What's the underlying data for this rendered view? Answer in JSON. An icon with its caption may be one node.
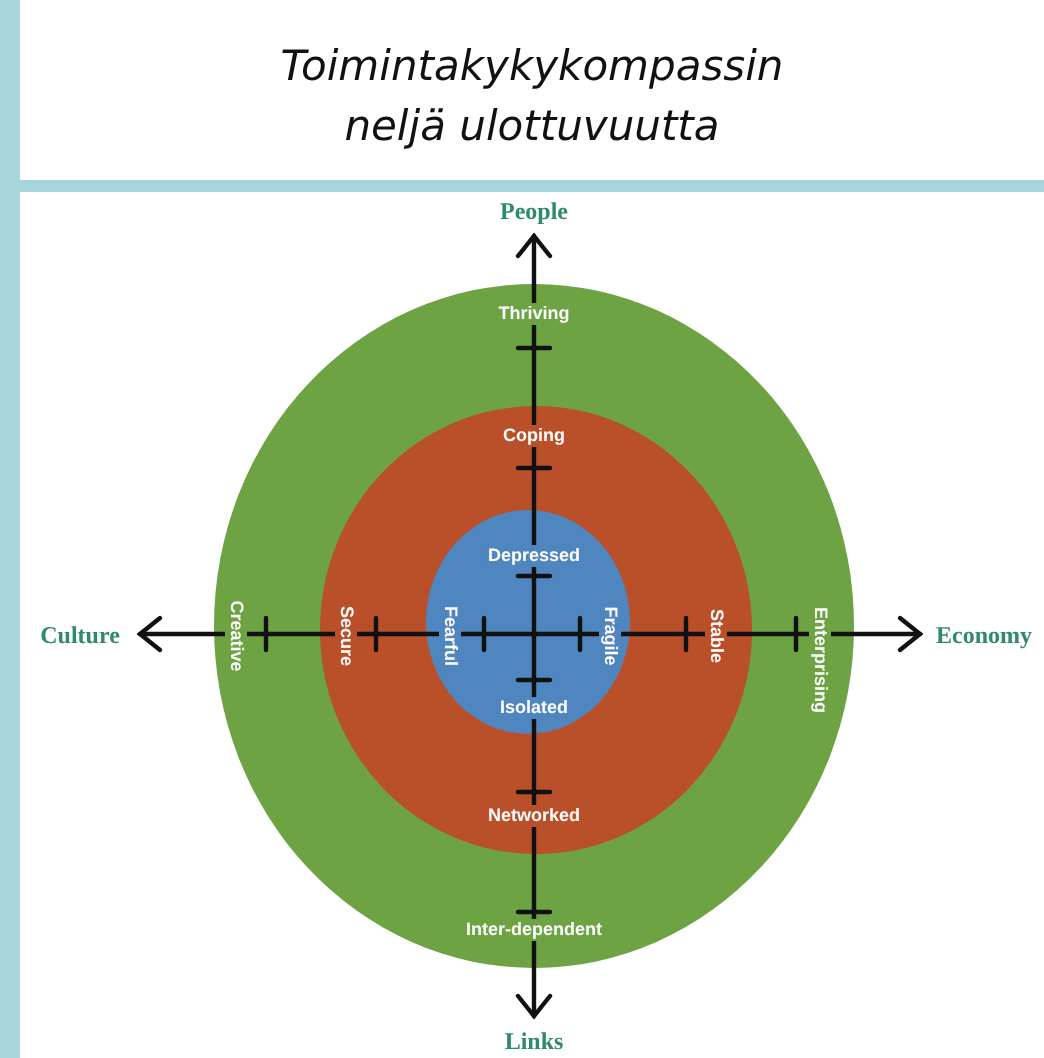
{
  "diagram": {
    "title": "Toimintakykykompassin neljä ulottuvuutta",
    "nodes": [
      {
        "text": [
          "Thriving",
          "Creative",
          "Enterprising",
          "Inter-dependent"
        ]
      },
      {
        "text": [
          "Coping",
          "Secure",
          "Stable",
          "Networked"
        ],
        "in": 0
      },
      {
        "text": [
          "Depressed",
          "Fearful",
          "Fragile",
          "Isolated"
        ],
        "in": 1
      }
    ],
    "labels": [
      "People",
      "Culture",
      "Economy",
      "Links"
    ]
  }
}
